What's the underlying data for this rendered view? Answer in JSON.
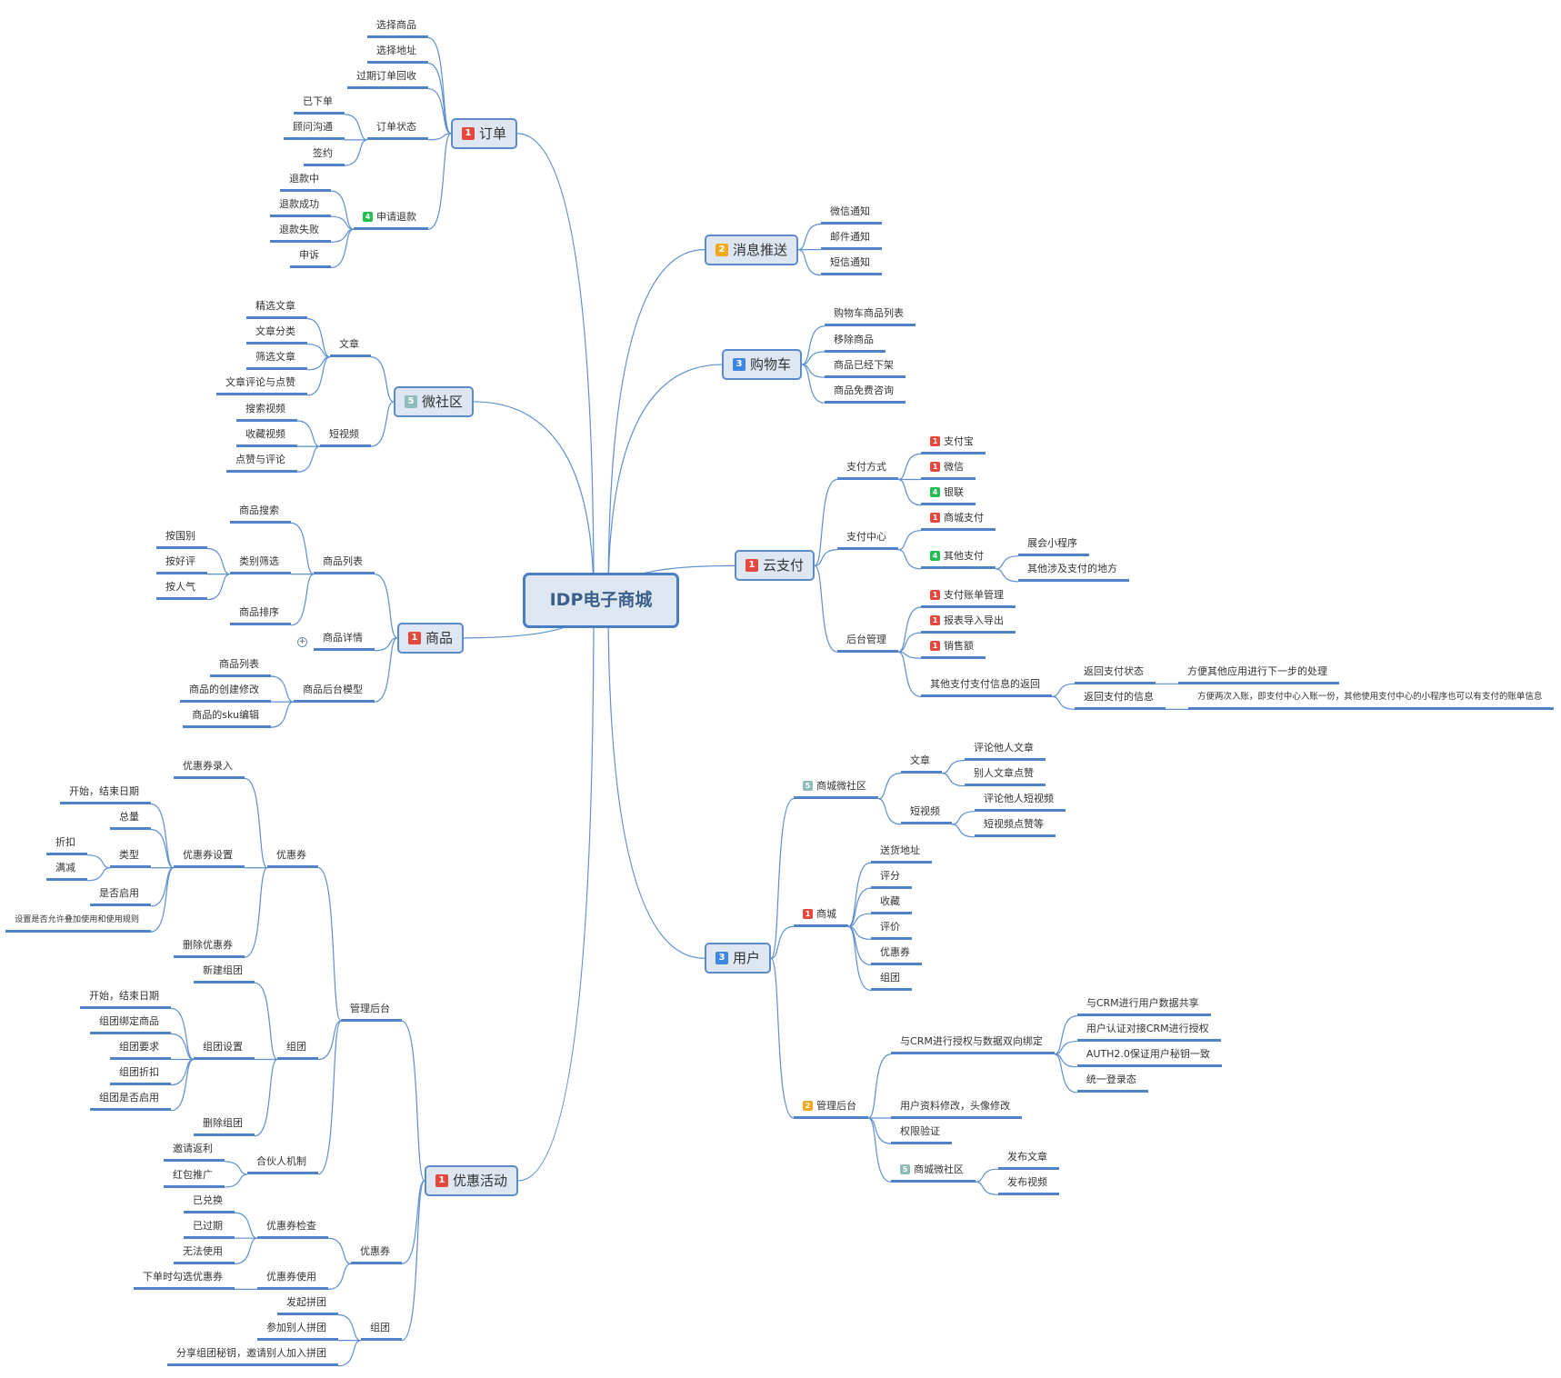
{
  "center": {
    "label": "IDP电子商城"
  },
  "marker_colors": {
    "1": "#e5483d",
    "2": "#f2a91c",
    "3": "#3d86e4",
    "4": "#24bf52",
    "5": "#8ebdb9"
  },
  "branches": [
    {
      "label": "订单",
      "marker": 1,
      "children": [
        {
          "label": "选择商品"
        },
        {
          "label": "选择地址"
        },
        {
          "label": "过期订单回收"
        },
        {
          "label": "订单状态",
          "children": [
            {
              "label": "已下单"
            },
            {
              "label": "顾问沟通"
            },
            {
              "label": "签约"
            }
          ]
        },
        {
          "label": "申请退款",
          "marker": 4,
          "children": [
            {
              "label": "退款中"
            },
            {
              "label": "退款成功"
            },
            {
              "label": "退款失败"
            },
            {
              "label": "申诉"
            }
          ]
        }
      ]
    },
    {
      "label": "微社区",
      "marker": 5,
      "children": [
        {
          "label": "文章",
          "children": [
            {
              "label": "精选文章"
            },
            {
              "label": "文章分类"
            },
            {
              "label": "筛选文章"
            },
            {
              "label": "文章评论与点赞"
            }
          ]
        },
        {
          "label": "短视频",
          "children": [
            {
              "label": "搜索视频"
            },
            {
              "label": "收藏视频"
            },
            {
              "label": "点赞与评论"
            }
          ]
        }
      ]
    },
    {
      "label": "商品",
      "marker": 1,
      "children": [
        {
          "label": "商品列表",
          "children": [
            {
              "label": "商品搜索"
            },
            {
              "label": "类别筛选",
              "children": [
                {
                  "label": "按国别"
                },
                {
                  "label": "按好评"
                },
                {
                  "label": "按人气"
                }
              ]
            },
            {
              "label": "商品排序"
            }
          ]
        },
        {
          "label": "商品详情",
          "collapsed": true
        },
        {
          "label": "商品后台模型",
          "children": [
            {
              "label": "商品列表"
            },
            {
              "label": "商品的创建修改"
            },
            {
              "label": "商品的sku编辑"
            }
          ]
        }
      ]
    },
    {
      "label": "优惠活动",
      "marker": 1,
      "children": [
        {
          "label": "管理后台",
          "children": [
            {
              "label": "优惠券",
              "children": [
                {
                  "label": "优惠券录入"
                },
                {
                  "label": "优惠券设置",
                  "children": [
                    {
                      "label": "开始，结束日期"
                    },
                    {
                      "label": "总量"
                    },
                    {
                      "label": "类型",
                      "children": [
                        {
                          "label": "折扣"
                        },
                        {
                          "label": "满减"
                        }
                      ]
                    },
                    {
                      "label": "是否启用"
                    },
                    {
                      "label": "设置是否允许叠加使用和使用规则"
                    }
                  ]
                },
                {
                  "label": "删除优惠券"
                }
              ]
            },
            {
              "label": "组团",
              "children": [
                {
                  "label": "新建组团"
                },
                {
                  "label": "组团设置",
                  "children": [
                    {
                      "label": "开始，结束日期"
                    },
                    {
                      "label": "组团绑定商品"
                    },
                    {
                      "label": "组团要求"
                    },
                    {
                      "label": "组团折扣"
                    },
                    {
                      "label": "组团是否启用"
                    }
                  ]
                },
                {
                  "label": "删除组团"
                }
              ]
            },
            {
              "label": "合伙人机制",
              "children": [
                {
                  "label": "邀请返利"
                },
                {
                  "label": "红包推广"
                }
              ]
            }
          ]
        },
        {
          "label": "优惠券",
          "children": [
            {
              "label": "优惠券检查",
              "children": [
                {
                  "label": "已兑换"
                },
                {
                  "label": "已过期"
                },
                {
                  "label": "无法使用"
                }
              ]
            },
            {
              "label": "优惠券使用",
              "children": [
                {
                  "label": "下单时勾选优惠券"
                }
              ]
            }
          ]
        },
        {
          "label": "组团",
          "children": [
            {
              "label": "发起拼团"
            },
            {
              "label": "参加别人拼团"
            },
            {
              "label": "分享组团秘钥，邀请别人加入拼团"
            }
          ]
        }
      ]
    },
    {
      "label": "消息推送",
      "marker": 2,
      "children": [
        {
          "label": "微信通知"
        },
        {
          "label": "邮件通知"
        },
        {
          "label": "短信通知"
        }
      ]
    },
    {
      "label": "购物车",
      "marker": 3,
      "children": [
        {
          "label": "购物车商品列表"
        },
        {
          "label": "移除商品"
        },
        {
          "label": "商品已经下架"
        },
        {
          "label": "商品免费咨询"
        }
      ]
    },
    {
      "label": "云支付",
      "marker": 1,
      "children": [
        {
          "label": "支付方式",
          "children": [
            {
              "label": "支付宝",
              "marker": 1
            },
            {
              "label": "微信",
              "marker": 1
            },
            {
              "label": "银联",
              "marker": 4
            }
          ]
        },
        {
          "label": "支付中心",
          "children": [
            {
              "label": "商城支付",
              "marker": 1
            },
            {
              "label": "其他支付",
              "marker": 4,
              "children": [
                {
                  "label": "展会小程序"
                },
                {
                  "label": "其他涉及支付的地方"
                }
              ]
            }
          ]
        },
        {
          "label": "后台管理",
          "children": [
            {
              "label": "支付账单管理",
              "marker": 1
            },
            {
              "label": "报表导入导出",
              "marker": 1
            },
            {
              "label": "销售额",
              "marker": 1
            },
            {
              "label": "其他支付支付信息的返回",
              "children": [
                {
                  "label": "返回支付状态",
                  "children": [
                    {
                      "label": "方便其他应用进行下一步的处理"
                    }
                  ]
                },
                {
                  "label": "返回支付的信息",
                  "children": [
                    {
                      "label": "方便两次入账，即支付中心入账一份，其他使用支付中心的小程序也可以有支付的账单信息"
                    }
                  ]
                }
              ]
            }
          ]
        }
      ]
    },
    {
      "label": "用户",
      "marker": 3,
      "children": [
        {
          "label": "商城微社区",
          "marker": 5,
          "children": [
            {
              "label": "文章",
              "children": [
                {
                  "label": "评论他人文章"
                },
                {
                  "label": "别人文章点赞"
                }
              ]
            },
            {
              "label": "短视频",
              "children": [
                {
                  "label": "评论他人短视频"
                },
                {
                  "label": "短视频点赞等"
                }
              ]
            }
          ]
        },
        {
          "label": "商城",
          "marker": 1,
          "children": [
            {
              "label": "送货地址"
            },
            {
              "label": "评分"
            },
            {
              "label": "收藏"
            },
            {
              "label": "评价"
            },
            {
              "label": "优惠券"
            },
            {
              "label": "组团"
            }
          ]
        },
        {
          "label": "管理后台",
          "marker": 2,
          "children": [
            {
              "label": "与CRM进行授权与数据双向绑定",
              "children": [
                {
                  "label": "与CRM进行用户数据共享"
                },
                {
                  "label": "用户认证对接CRM进行授权"
                },
                {
                  "label": "AUTH2.0保证用户秘钥一致"
                },
                {
                  "label": "统一登录态"
                }
              ]
            },
            {
              "label": "用户资料修改，头像修改"
            },
            {
              "label": "权限验证"
            },
            {
              "label": "商城微社区",
              "marker": 5,
              "children": [
                {
                  "label": "发布文章"
                },
                {
                  "label": "发布视频"
                }
              ]
            }
          ]
        }
      ]
    }
  ]
}
